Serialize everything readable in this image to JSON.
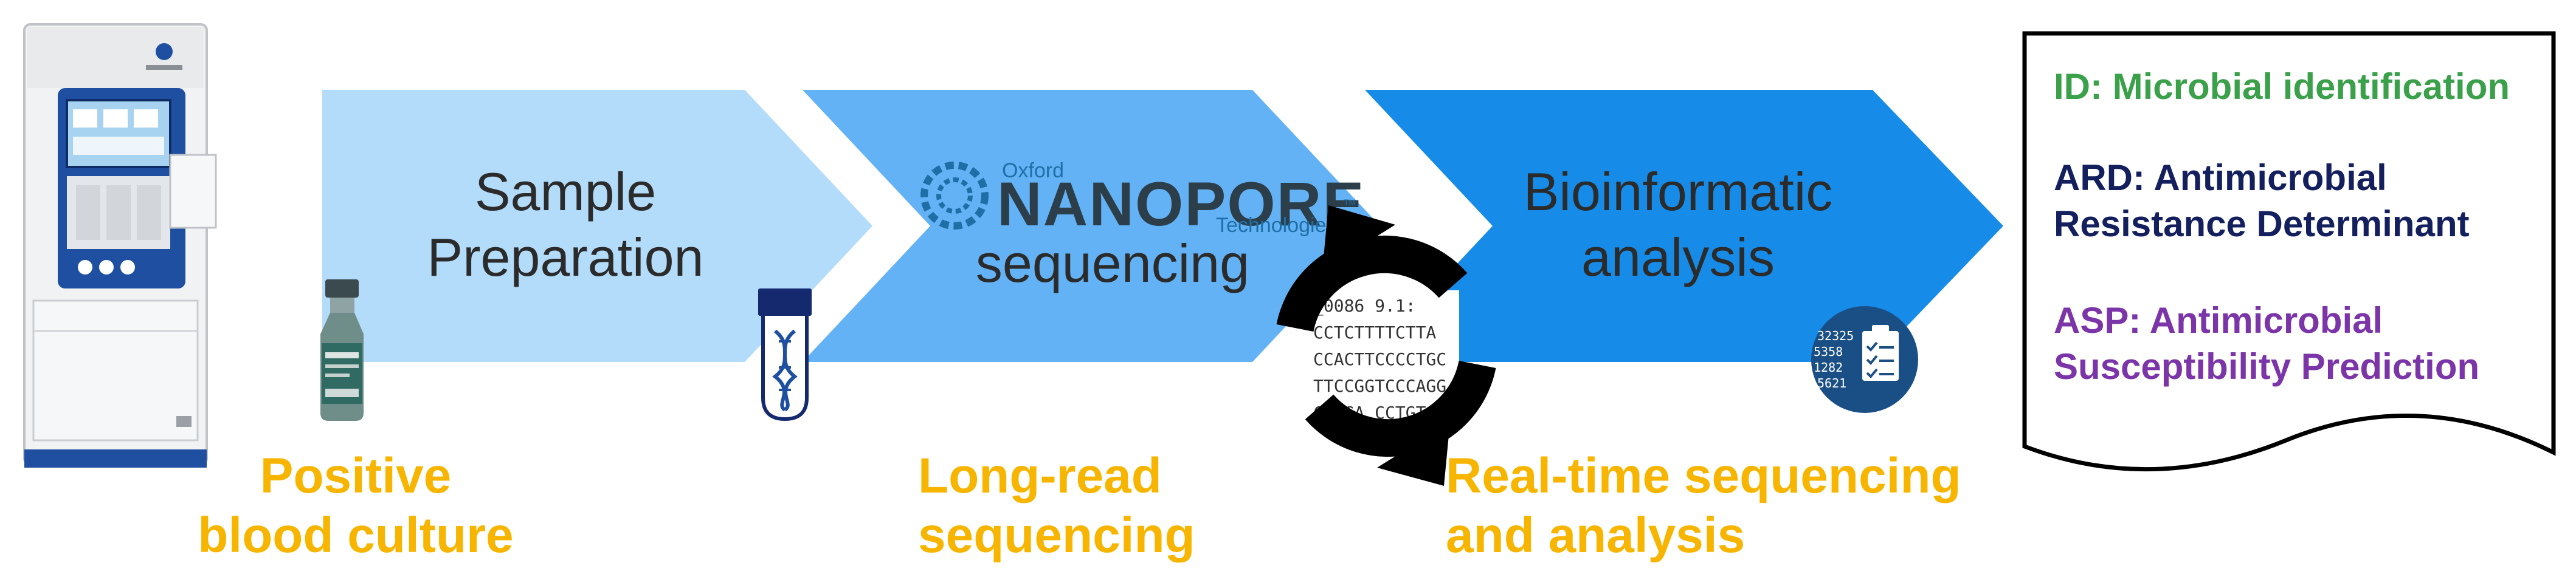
{
  "steps": [
    {
      "id": "prep",
      "lines": [
        "Sample",
        "Preparation"
      ]
    },
    {
      "id": "seq",
      "lines": [
        "sequencing"
      ]
    },
    {
      "id": "bio",
      "lines": [
        "Bioinformatic",
        "analysis"
      ]
    }
  ],
  "logo": {
    "small_top": "Oxford",
    "main": "NANOPORE",
    "small_bottom": "Technologies",
    "tm": "TM"
  },
  "labels": {
    "positive": [
      "Positive",
      "blood culture"
    ],
    "longread": [
      "Long-read",
      "sequencing"
    ],
    "realtime": [
      "Real-time sequencing",
      "and analysis"
    ]
  },
  "sequence_snippet": [
    "_0086 9.1:",
    "CCTCTTTTCTTA",
    "CCACTTCCCCTGC",
    "TTCCGGTCCCAGG",
    "CGCGA  CCTGT"
  ],
  "report_icon_numbers": [
    "32325",
    "5358",
    "1282",
    "5621"
  ],
  "outputs": [
    {
      "lines": [
        "ID: Microbial identification"
      ],
      "color": "#3aa04a"
    },
    {
      "lines": [
        "ARD: Antimicrobial",
        "Resistance Determinant"
      ],
      "color": "#14205e"
    },
    {
      "lines": [
        "ASP: Antimicrobial",
        "Susceptibility Prediction"
      ],
      "color": "#7b35a8"
    }
  ],
  "colors": {
    "arrow1": "#b3dbfa",
    "arrow2": "#63b2f6",
    "arrow3": "#168ce8",
    "yellow": "#f7b500",
    "instrument_blue": "#1f4fa0"
  }
}
